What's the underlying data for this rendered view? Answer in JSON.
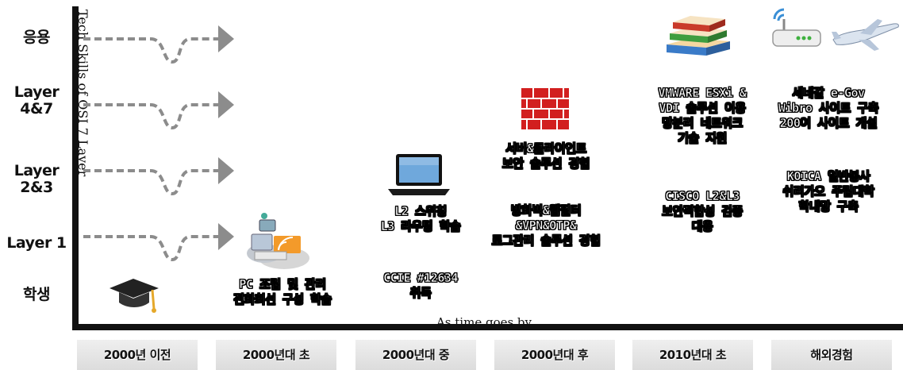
{
  "y_axis": {
    "title": "Tech Skills of OSI 7 Layer",
    "levels": [
      "응용",
      "Layer 4&7",
      "Layer 2&3",
      "Layer 1",
      "학생"
    ]
  },
  "x_axis": {
    "title": "As time goes by",
    "periods": [
      "2000년 이전",
      "2000년대 초",
      "2000년대 중",
      "2000년대 후",
      "2010년대 초",
      "해외경험"
    ]
  },
  "milestones": {
    "early_2000s": "PC 조립 및 관리\n전화회선 구성 학습",
    "mid_2000s_a": "L2 스위칭\nL3 라우팅 학습",
    "mid_2000s_b": "CCIE #12634\n취득",
    "late_2000s_a": "서버&클라이언트\n보안 솔루션 경험",
    "late_2000s_b": "방화벽&웹필터\n&VPN&OTP&\n로그관리 솔루션 경험",
    "early_2010s_a": "VMWARE ESXi &\nVDI 솔루션 이용\n망분리 네트워크\n기술 지원",
    "early_2010s_b": "CISCO L2&L3\n보안적합성 검증\n대응",
    "overseas_a": "세네갈 e-Gov\nWibro 사이트 구축\n200여 사이트 개설",
    "overseas_b": "KOICA 일반봉사\n쉬리가오 주립대학\n학내망 구축"
  },
  "icons": [
    "graduation-cap-icon",
    "network-devices-icon",
    "laptop-icon",
    "firewall-icon",
    "books-icon",
    "router-icon",
    "airplane-icon"
  ],
  "colors": {
    "arrow": "#8c8c8c",
    "firewall": "#d21f1f",
    "axis": "#111111"
  }
}
